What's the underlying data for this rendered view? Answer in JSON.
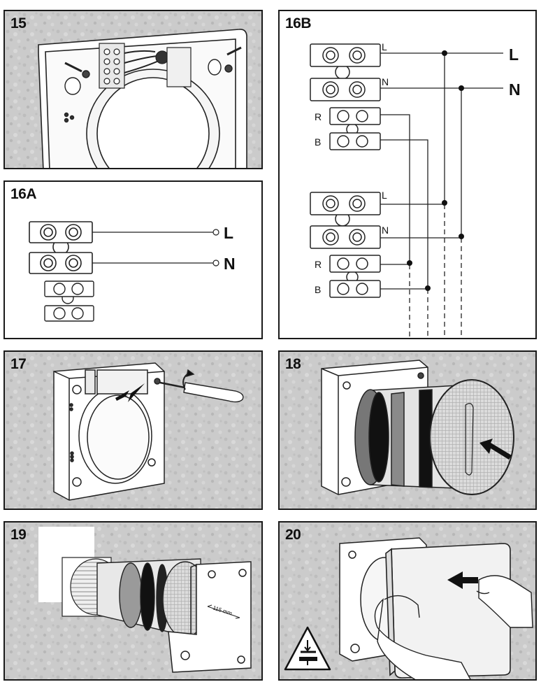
{
  "steps": {
    "s15": "15",
    "s16a": "16A",
    "s16b": "16B",
    "s17": "17",
    "s18": "18",
    "s19": "19",
    "s20": "20"
  },
  "wiring_16a": {
    "live": "L",
    "neutral": "N"
  },
  "wiring_16b": {
    "term_l": "L",
    "term_n": "N",
    "term_r": "R",
    "term_b": "B",
    "line_l": "L",
    "line_n": "N"
  },
  "dimension_19": "115 mm",
  "colors": {
    "border": "#1a1a1a",
    "wall": "#cfcfcf",
    "device": "#ffffff"
  }
}
